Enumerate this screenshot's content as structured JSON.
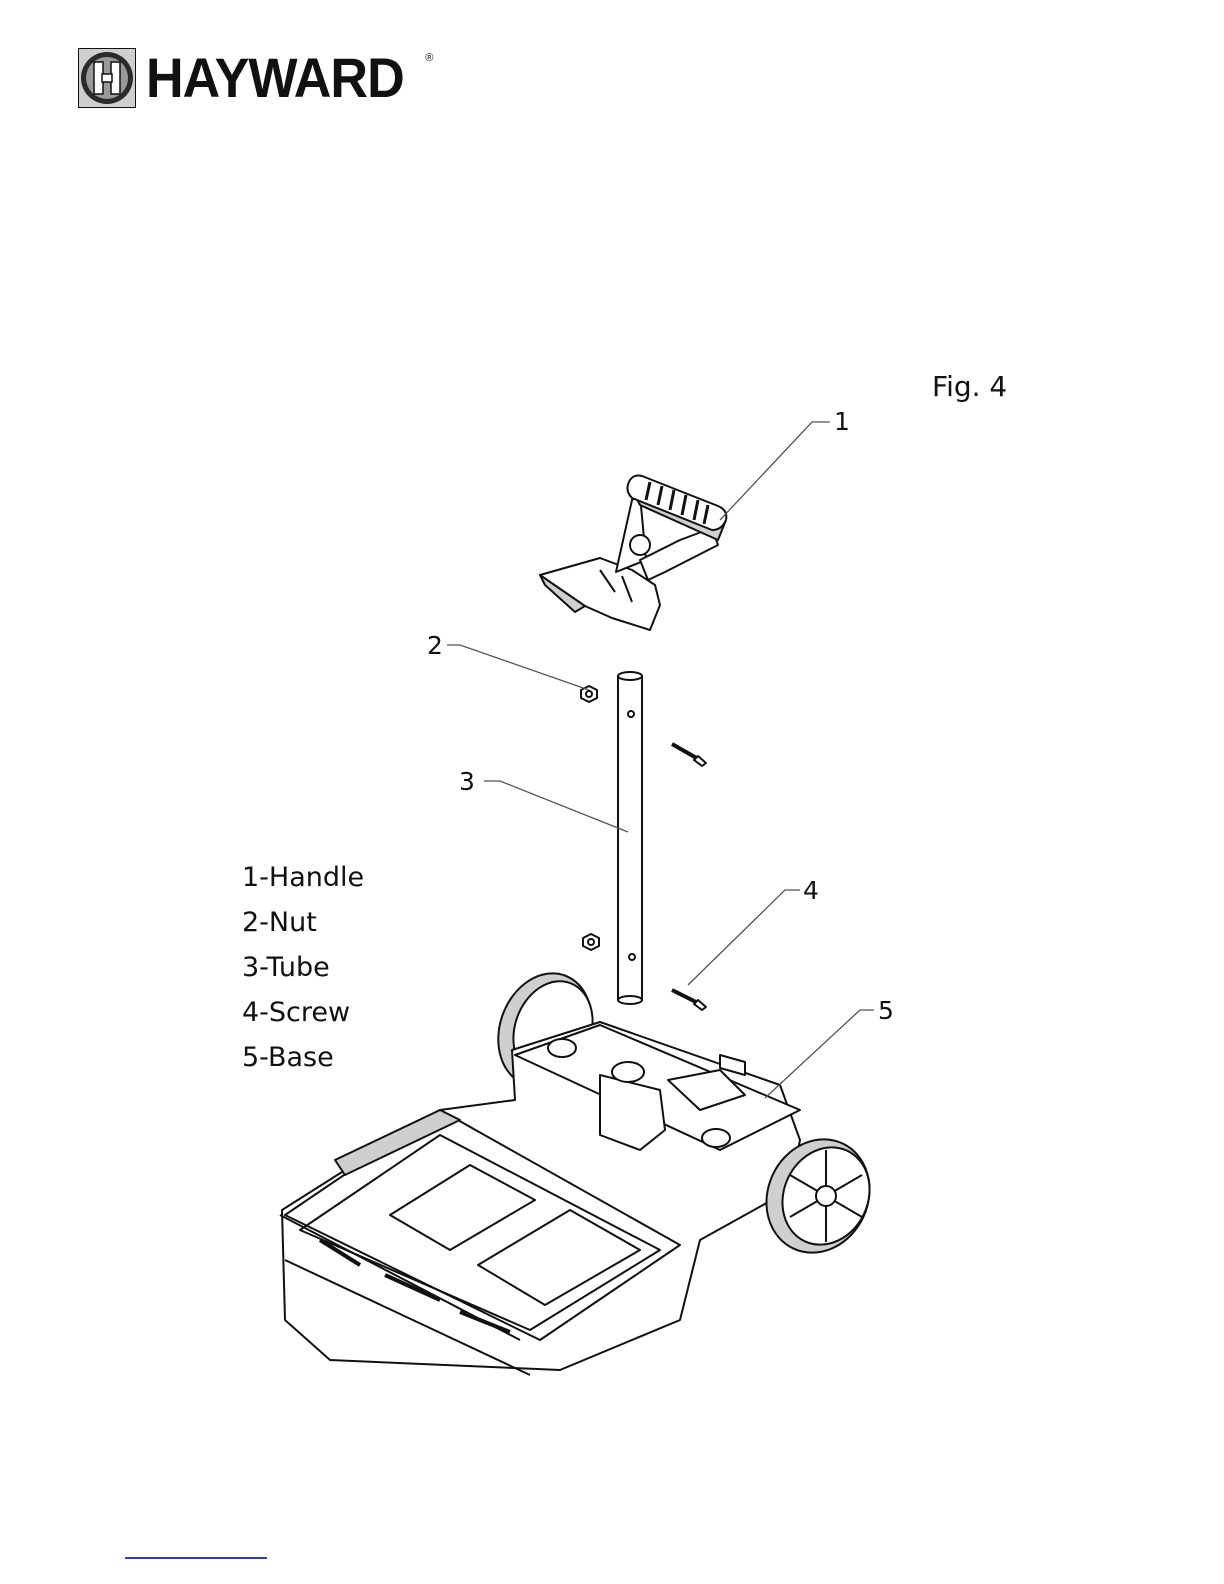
{
  "header": {
    "brand": "HAYWARD",
    "registered_mark": "®",
    "brand_icon": "hayward-h-logo-icon"
  },
  "figure": {
    "label": "Fig. 4",
    "callouts": [
      "1",
      "2",
      "3",
      "4",
      "5"
    ],
    "legend": [
      "1-Handle",
      "2-Nut",
      "3-Tube",
      "4-Screw",
      "5-Base"
    ]
  },
  "colors": {
    "ink": "#111111",
    "part_fill": "#ffffff",
    "shade": "#cfcfcf",
    "link": "#2a3bd6"
  }
}
